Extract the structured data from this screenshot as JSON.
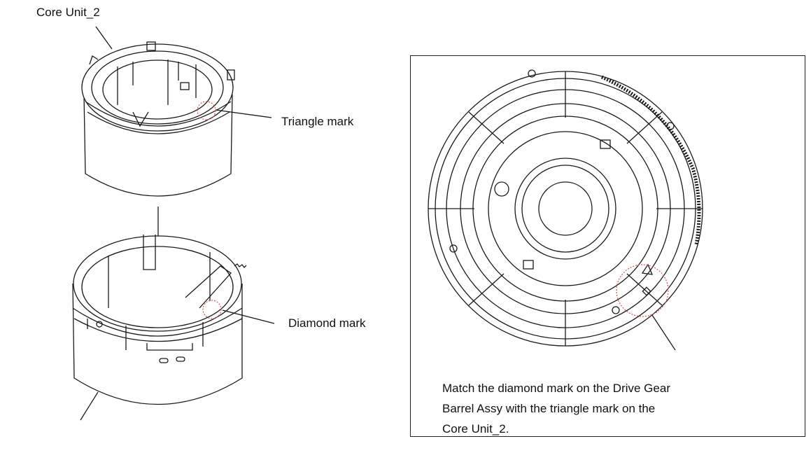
{
  "labels": {
    "core_unit": "Core Unit_2",
    "triangle_mark": "Triangle mark",
    "diamond_mark": "Diamond mark"
  },
  "detail": {
    "note_lines": [
      "Match the diamond mark on the Drive Gear",
      "Barrel Assy with the triangle mark on the",
      "Core Unit_2."
    ]
  },
  "colors": {
    "line": "#1a1a1a",
    "mark_highlight": "#d9534f"
  }
}
